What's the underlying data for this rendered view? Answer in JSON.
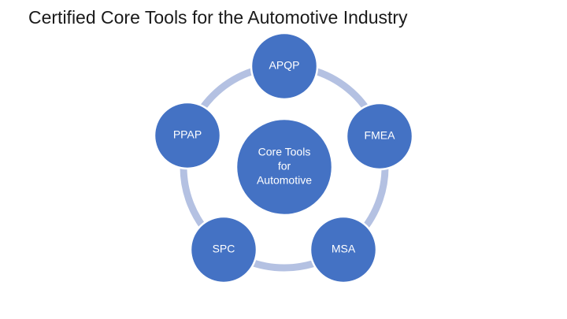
{
  "slide": {
    "title": "Certified Core Tools for the Automotive Industry"
  },
  "diagram": {
    "center": [
      "Core Tools",
      "for",
      "Automotive"
    ],
    "nodes": [
      "APQP",
      "FMEA",
      "MSA",
      "SPC",
      "PPAP"
    ]
  },
  "colors": {
    "node_fill": "#4472c4",
    "ring": "#b4c1e2",
    "text": "#ffffff"
  }
}
